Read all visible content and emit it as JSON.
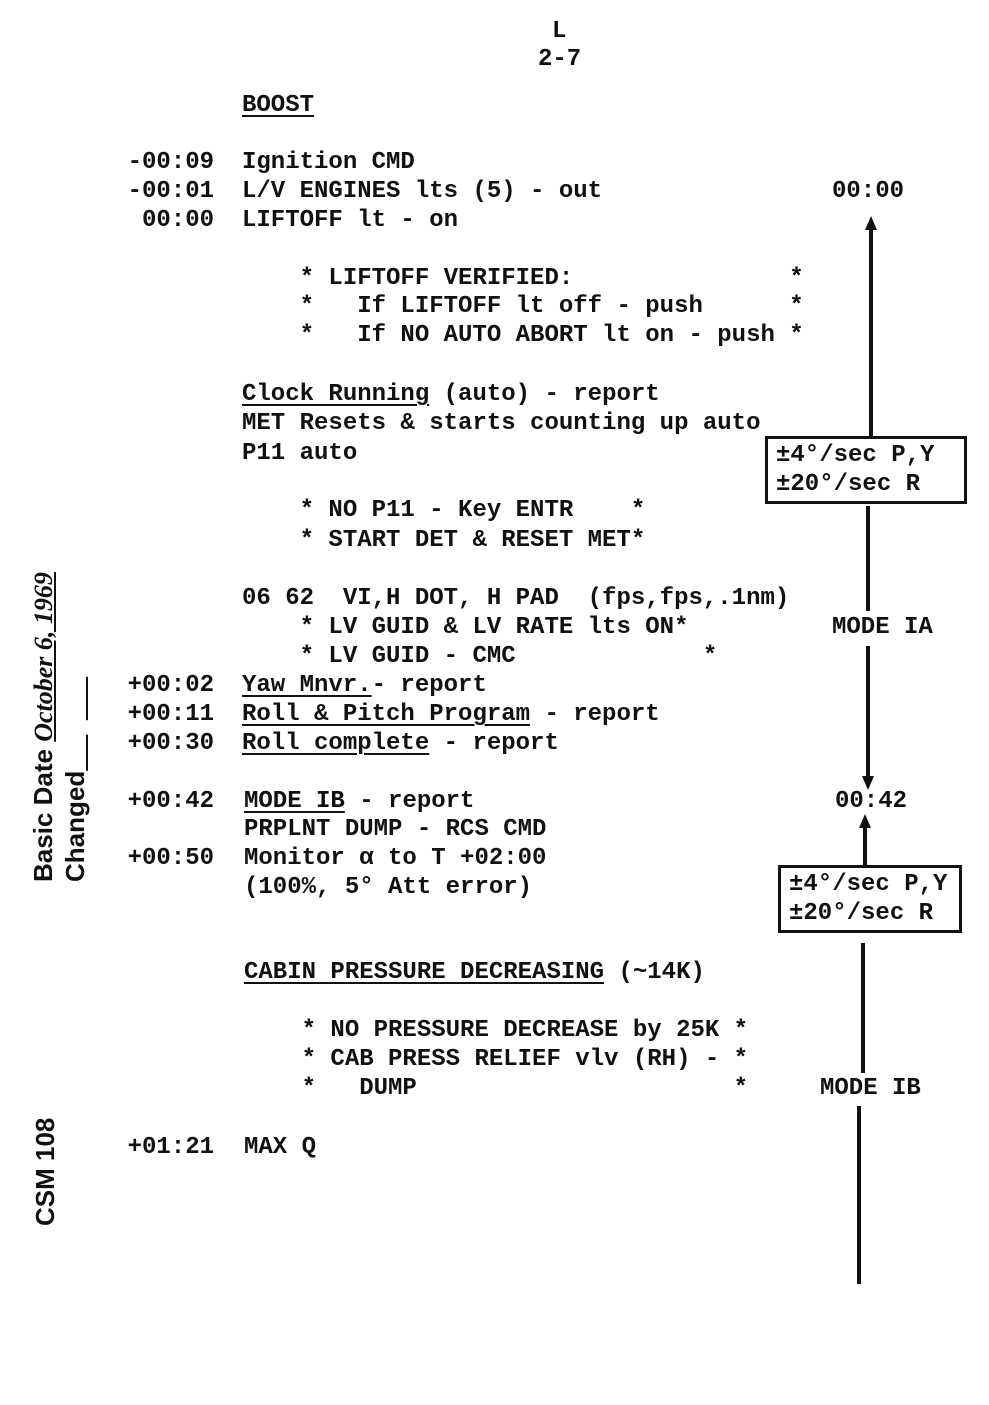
{
  "header": {
    "section": "L",
    "page": "2-7"
  },
  "title": "BOOST",
  "rows": [
    {
      "time": "-00:09",
      "u": "",
      "text": "Ignition CMD"
    },
    {
      "time": "-00:01",
      "u": "",
      "text": "L/V ENGINES lts (5) - out"
    },
    {
      "time": "00:00",
      "u": "",
      "text": "LIFTOFF lt - on"
    },
    {
      "time": "",
      "u": "",
      "text": "    * LIFTOFF VERIFIED:               *"
    },
    {
      "time": "",
      "u": "",
      "text": "    *   If LIFTOFF lt off - push      *"
    },
    {
      "time": "",
      "u": "",
      "text": "    *   If NO AUTO ABORT lt on - push *"
    },
    {
      "time": "",
      "u": "Clock Running",
      "text": " (auto) - report"
    },
    {
      "time": "",
      "u": "",
      "text": "MET Resets & starts counting up auto"
    },
    {
      "time": "",
      "u": "",
      "text": "P11 auto"
    },
    {
      "time": "",
      "u": "",
      "text": "    * NO P11 - Key ENTR    *"
    },
    {
      "time": "",
      "u": "",
      "text": "    * START DET & RESET MET*"
    },
    {
      "time": "",
      "u": "",
      "text": "06 62  VI,H DOT, H PAD  (fps,fps,.1nm)"
    },
    {
      "time": "",
      "u": "",
      "text": "    * LV GUID & LV RATE lts ON*"
    },
    {
      "time": "",
      "u": "",
      "text": "    * LV GUID - CMC             *"
    },
    {
      "time": "+00:02",
      "u": "Yaw Mnvr.",
      "text": "- report"
    },
    {
      "time": "+00:11",
      "u": "Roll & Pitch Program",
      "text": " - report"
    },
    {
      "time": "+00:30",
      "u": "Roll complete",
      "text": " - report"
    },
    {
      "time": "+00:42",
      "u": "MODE IB",
      "text": " - report"
    },
    {
      "time": "",
      "u": "",
      "text": "PRPLNT DUMP - RCS CMD"
    },
    {
      "time": "+00:50",
      "u": "",
      "text": "Monitor α to T +02:00"
    },
    {
      "time": "",
      "u": "",
      "text": "(100%, 5° Att error)"
    },
    {
      "time": "",
      "u": "CABIN PRESSURE DECREASING",
      "text": " (~14K)"
    },
    {
      "time": "",
      "u": "",
      "text": "    * NO PRESSURE DECREASE by 25K *"
    },
    {
      "time": "",
      "u": "",
      "text": "    * CAB PRESS RELIEF vlv (RH) - *"
    },
    {
      "time": "",
      "u": "",
      "text": "    *   DUMP                      *"
    },
    {
      "time": "+01:21",
      "u": "",
      "text": "MAX Q"
    }
  ],
  "timeline": {
    "start_time": "00:00",
    "box1": {
      "line1": "±4°/sec P,Y",
      "line2": "±20°/sec R"
    },
    "mode1": "MODE IA",
    "mid_time": "00:42",
    "box2": {
      "line1": "±4°/sec P,Y",
      "line2": "±20°/sec R"
    },
    "mode2": "MODE IB"
  },
  "margin": {
    "basic_date_label": "Basic Date",
    "basic_date_value": "October 6, 1969",
    "changed_label": "Changed",
    "vehicle": "CSM 108"
  }
}
